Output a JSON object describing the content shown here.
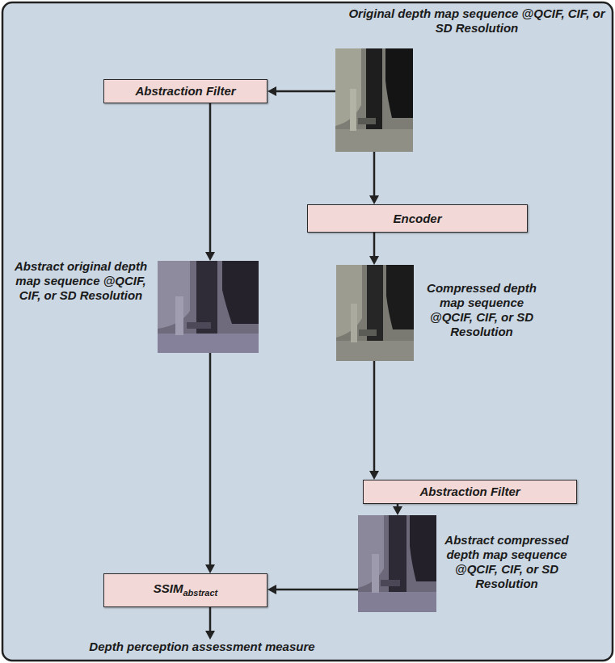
{
  "diagram": {
    "nodes": [
      {
        "text": [
          "Original depth map sequence @QCIF, CIF, or SD Resolution"
        ]
      },
      {
        "text": [
          "Abstraction Filter"
        ]
      },
      {
        "text": [
          "Encoder"
        ]
      },
      {
        "text": [
          "Abstract original depth map sequence @QCIF, CIF, or SD Resolution"
        ]
      },
      {
        "text": [
          "Compressed depth map sequence @QCIF, CIF, or SD Resolution"
        ]
      },
      {
        "text": [
          "Abstraction Filter"
        ]
      },
      {
        "text": [
          "Abstract compressed depth map sequence @QCIF, CIF, or SD Resolution"
        ]
      },
      {
        "text": [
          "SSIM",
          "abstract"
        ]
      },
      {
        "text": [
          "Depth perception assessment measure"
        ]
      }
    ],
    "edges": [
      {
        "from": 0,
        "to": 1,
        "arrow": "to"
      },
      {
        "from": 0,
        "to": 2,
        "arrow": "to"
      },
      {
        "from": 1,
        "to": 3,
        "arrow": "to"
      },
      {
        "from": 2,
        "to": 4,
        "arrow": "to"
      },
      {
        "from": 4,
        "to": 5,
        "arrow": "to"
      },
      {
        "from": 3,
        "to": 7,
        "arrow": "to"
      },
      {
        "from": 5,
        "to": 6,
        "arrow": "to"
      },
      {
        "from": 6,
        "to": 7,
        "arrow": "to"
      },
      {
        "from": 7,
        "to": 8,
        "arrow": "to"
      }
    ]
  }
}
